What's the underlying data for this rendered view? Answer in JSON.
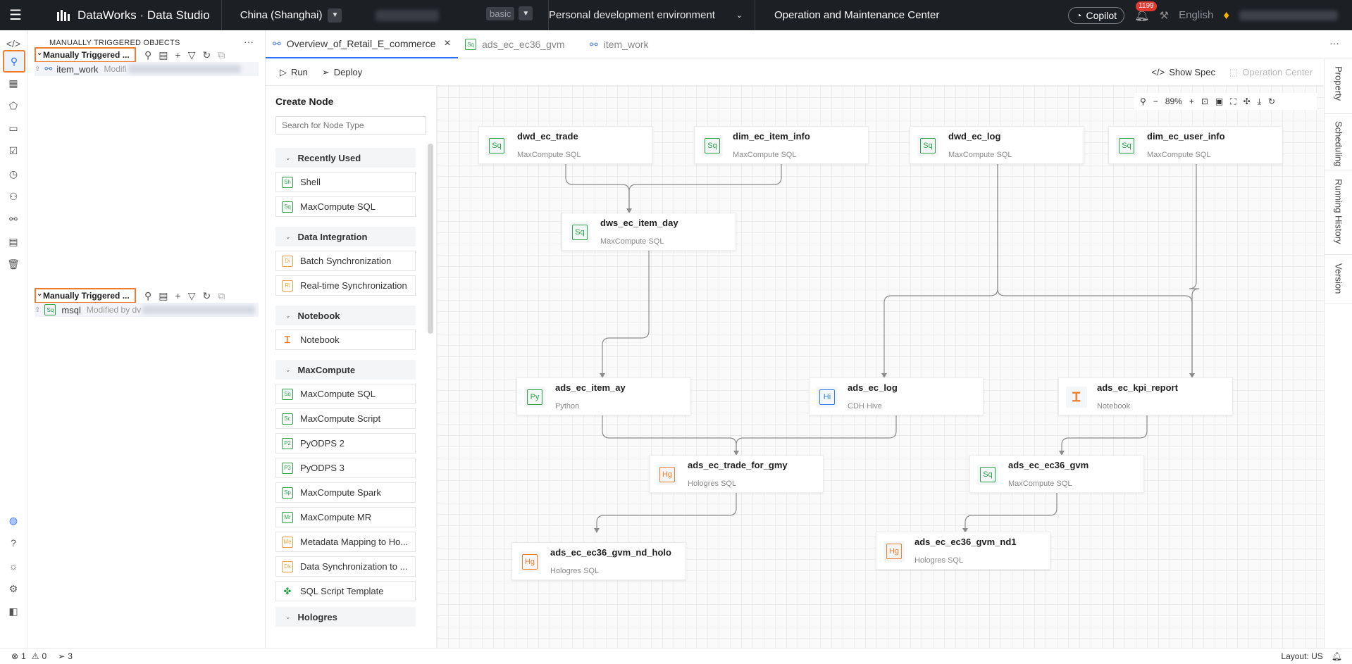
{
  "app": {
    "menu_icon": "hamburger-icon",
    "title": "DataWorks · Data Studio",
    "region": "China (Shanghai)",
    "workspace_mode": "basic",
    "environment": "Personal development environment",
    "omc": "Operation and Maintenance Center",
    "copilot": "Copilot",
    "notifications": "1199",
    "language": "English"
  },
  "explorer": {
    "title": "MANUALLY TRIGGERED OBJECTS",
    "sections": [
      {
        "label": "Manually Triggered ...",
        "item_name": "item_work",
        "item_meta": "Modifi"
      },
      {
        "label": "Manually Triggered ...",
        "item_name": "msql",
        "item_meta": "Modified by dv"
      }
    ]
  },
  "tabs": [
    {
      "label": "Overview_of_Retail_E_commerce",
      "close": "×"
    },
    {
      "label": "ads_ec_ec36_gvm"
    },
    {
      "label": "item_work"
    }
  ],
  "toolbar": {
    "run": "Run",
    "deploy": "Deploy",
    "show_spec": "Show Spec",
    "operation_center": "Operation Center"
  },
  "create_node": {
    "title": "Create Node",
    "search_placeholder": "Search for Node Type",
    "groups": {
      "recent": "Recently Used",
      "integration": "Data Integration",
      "notebook": "Notebook",
      "maxcompute": "MaxCompute",
      "hologres": "Hologres"
    },
    "items": {
      "shell": "Shell",
      "mc_sql_recent": "MaxCompute SQL",
      "batch_sync": "Batch Synchronization",
      "realtime_sync": "Real-time Synchronization",
      "notebook": "Notebook",
      "mc_sql": "MaxCompute SQL",
      "mc_script": "MaxCompute Script",
      "pyodps2": "PyODPS 2",
      "pyodps3": "PyODPS 3",
      "mc_spark": "MaxCompute Spark",
      "mc_mr": "MaxCompute MR",
      "meta_mapping": "Metadata Mapping to Ho...",
      "data_sync": "Data Synchronization to ...",
      "sql_template": "SQL Script Template"
    }
  },
  "canvas": {
    "zoom": "89%",
    "nodes": {
      "dwd_ec_trade": {
        "name": "dwd_ec_trade",
        "type": "MaxCompute SQL",
        "icon": "Sq"
      },
      "dim_ec_item_info": {
        "name": "dim_ec_item_info",
        "type": "MaxCompute SQL",
        "icon": "Sq"
      },
      "dwd_ec_log": {
        "name": "dwd_ec_log",
        "type": "MaxCompute SQL",
        "icon": "Sq"
      },
      "dim_ec_user_info": {
        "name": "dim_ec_user_info",
        "type": "MaxCompute SQL",
        "icon": "Sq"
      },
      "dws_ec_item_day": {
        "name": "dws_ec_item_day",
        "type": "MaxCompute SQL",
        "icon": "Sq"
      },
      "ads_ec_item_ay": {
        "name": "ads_ec_item_ay",
        "type": "Python",
        "icon": "Py"
      },
      "ads_ec_log": {
        "name": "ads_ec_log",
        "type": "CDH Hive",
        "icon": "Hi"
      },
      "ads_ec_kpi_report": {
        "name": "ads_ec_kpi_report",
        "type": "Notebook",
        "icon": "notebook-icon"
      },
      "ads_ec_trade_for_gmy": {
        "name": "ads_ec_trade_for_gmy",
        "type": "Hologres SQL",
        "icon": "Hg"
      },
      "ads_ec_ec36_gvm": {
        "name": "ads_ec_ec36_gvm",
        "type": "MaxCompute SQL",
        "icon": "Sq"
      },
      "ads_ec_ec36_gvm_nd_holo": {
        "name": "ads_ec_ec36_gvm_nd_holo",
        "type": "Hologres SQL",
        "icon": "Hg"
      },
      "ads_ec_ec36_gvm_nd1": {
        "name": "ads_ec_ec36_gvm_nd1",
        "type": "Hologres SQL",
        "icon": "Hg"
      }
    }
  },
  "right_panel": {
    "property": "Property",
    "scheduling": "Scheduling",
    "running_history": "Running History",
    "version": "Version"
  },
  "status": {
    "errors": "1",
    "warnings": "0",
    "tasks": "3",
    "layout": "Layout: US"
  }
}
